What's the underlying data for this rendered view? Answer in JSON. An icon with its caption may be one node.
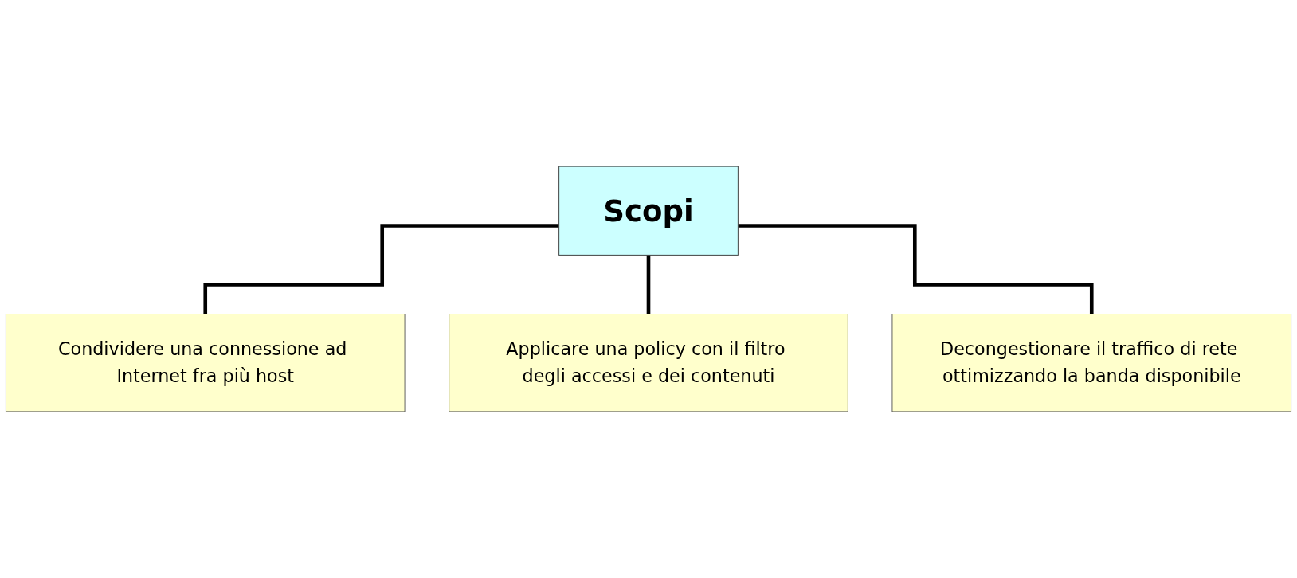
{
  "diagram": {
    "nodes": [
      {
        "text": [
          "Scopi"
        ]
      },
      {
        "text": [
          "Condividere una connessione ad Internet fra più host"
        ]
      },
      {
        "text": [
          "Applicare una policy con il filtro degli accessi e dei contenuti"
        ]
      },
      {
        "text": [
          "Decongestionare il traffico di rete ottimizzando la banda disponibile"
        ]
      }
    ],
    "edges": [
      {
        "from": 0,
        "to": 1,
        "arrow": "none"
      },
      {
        "from": 0,
        "to": 2,
        "arrow": "none"
      },
      {
        "from": 0,
        "to": 3,
        "arrow": "none"
      }
    ]
  }
}
